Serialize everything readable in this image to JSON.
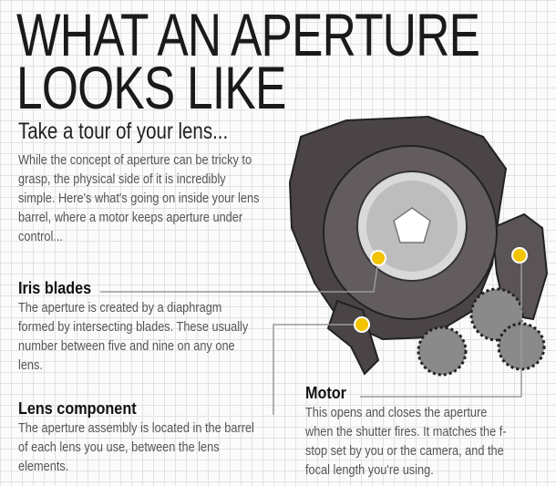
{
  "title": {
    "line1": "WHAT AN APERTURE",
    "line2": "LOOKS LIKE"
  },
  "subtitle": "Take a tour of your lens...",
  "intro": "While the concept of aperture can be tricky to grasp, the physical side of it is incredibly simple. Here's what's going on inside your lens barrel, where a motor keeps aperture under control...",
  "sections": [
    {
      "heading": "Iris blades",
      "text": "The aperture is created by a diaphragm formed by intersecting blades. These usually number between five and nine on any one lens."
    },
    {
      "heading": "Lens component",
      "text": "The aperture assembly is located in the barrel of each lens you use, between the lens elements."
    },
    {
      "heading": "Motor",
      "text": "This opens and closes the aperture when the shutter fires. It matches the f-stop set by you or the camera, and the focal length you're using."
    }
  ],
  "colors": {
    "marker": "#f2c400",
    "body": "#4a4446",
    "text": "#555555"
  }
}
